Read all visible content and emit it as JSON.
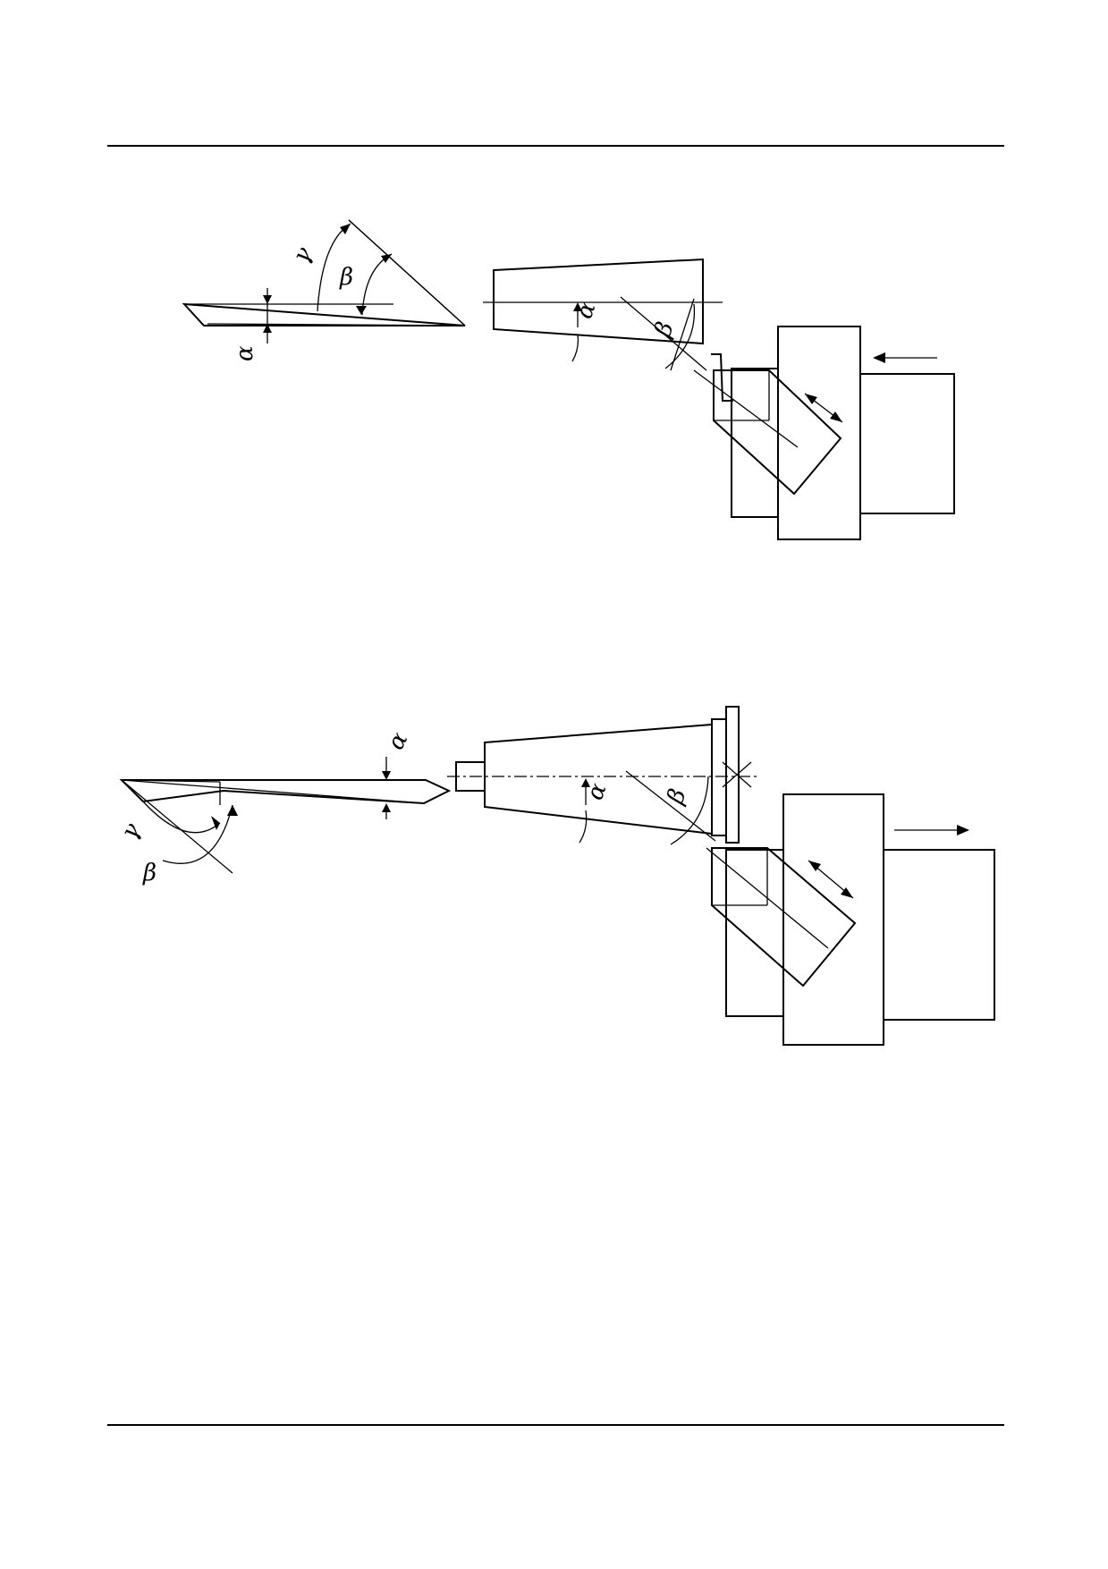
{
  "diagram": {
    "figure_top": {
      "blade_angles": {
        "gamma": "γ",
        "beta": "β",
        "alpha": "α"
      },
      "tool_angles": {
        "alpha": "α",
        "beta": "β"
      }
    },
    "figure_bottom": {
      "blade_angles": {
        "gamma": "γ",
        "beta": "β",
        "alpha": "α"
      },
      "tool_angles": {
        "alpha": "α",
        "beta": "β"
      }
    }
  }
}
